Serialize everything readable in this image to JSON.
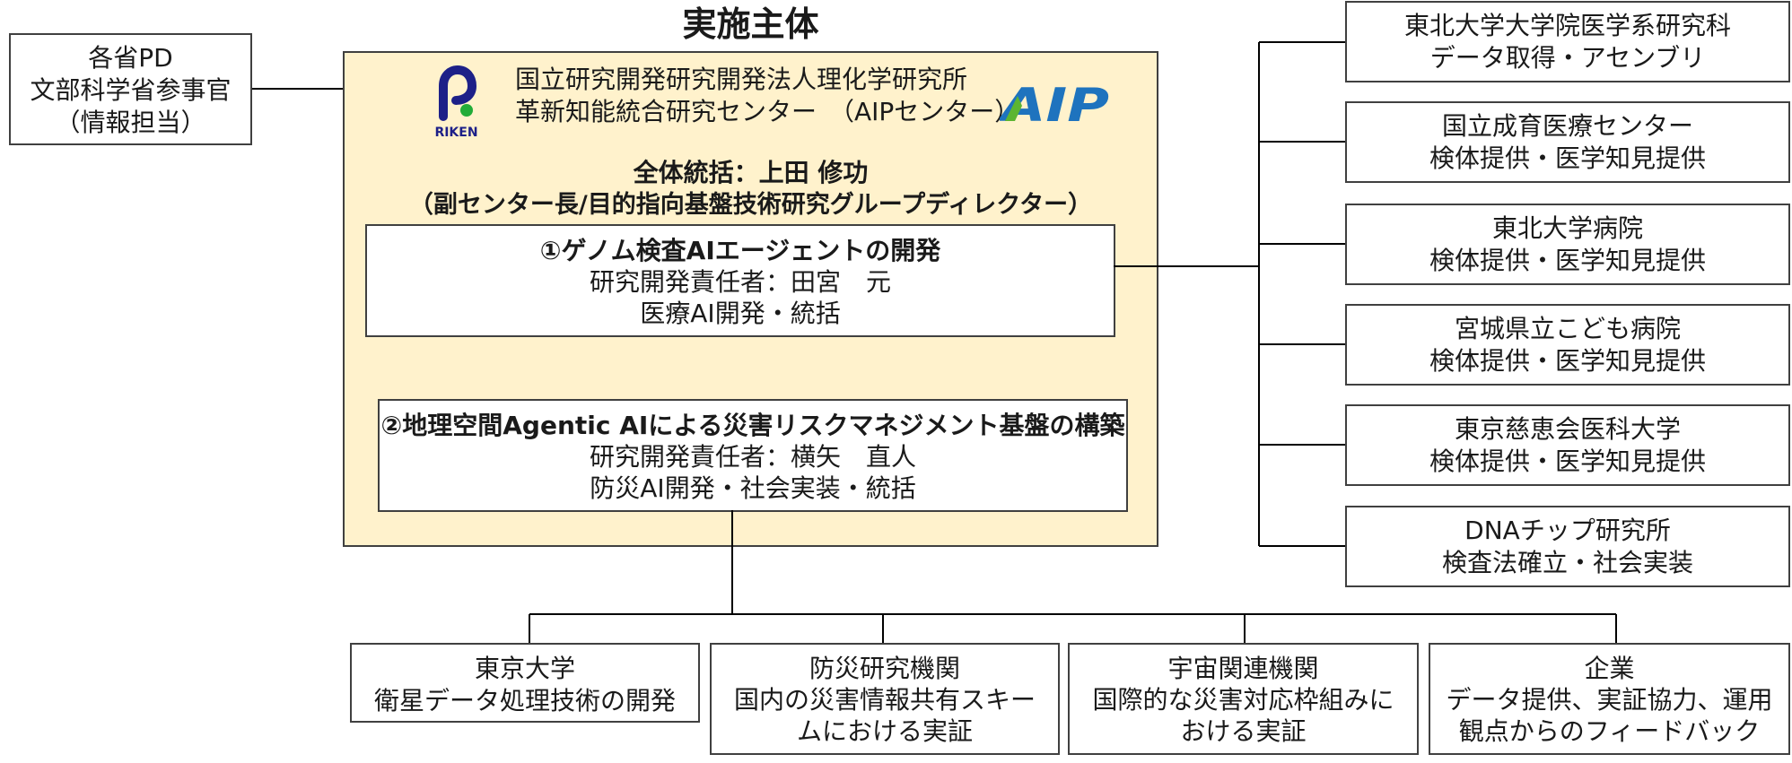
{
  "title": "実施主体",
  "left_box": {
    "lines": [
      "各省PD",
      "文部科学省参事官",
      "（情報担当）"
    ]
  },
  "main": {
    "org_lines": [
      "国立研究開発研究開発法人理化学研究所",
      "革新知能統合研究センター　（AIPセンター）"
    ],
    "logos": {
      "riken_text": "RIKEN",
      "aip_text": "AIP"
    },
    "lead": [
      "全体統括：上田 修功",
      "（副センター長/目的指向基盤技術研究グループディレクター）"
    ],
    "projects": [
      {
        "title": "①ゲノム検査AIエージェントの開発",
        "lines": [
          "研究開発責任者：田宮　元",
          "医療AI開発・統括"
        ]
      },
      {
        "title": "②地理空間Agentic AIによる災害リスクマネジメント基盤の構築",
        "lines": [
          "研究開発責任者：横矢　直人",
          "防災AI開発・社会実装・統括"
        ]
      }
    ]
  },
  "partners_right": [
    {
      "name": "東北大学大学院医学系研究科",
      "role": "データ取得・アセンブリ"
    },
    {
      "name": "国立成育医療センター",
      "role": "検体提供・医学知見提供"
    },
    {
      "name": "東北大学病院",
      "role": "検体提供・医学知見提供"
    },
    {
      "name": "宮城県立こども病院",
      "role": "検体提供・医学知見提供"
    },
    {
      "name": "東京慈恵会医科大学",
      "role": "検体提供・医学知見提供"
    },
    {
      "name": "DNAチップ研究所",
      "role": "検査法確立・社会実装"
    }
  ],
  "partners_bottom": [
    {
      "lines": [
        "東京大学",
        "衛星データ処理技術の開発"
      ]
    },
    {
      "lines": [
        "防災研究機関",
        "国内の災害情報共有スキー",
        "ムにおける実証"
      ]
    },
    {
      "lines": [
        "宇宙関連機関",
        "国際的な災害対応枠組みに",
        "おける実証"
      ]
    },
    {
      "lines": [
        "企業",
        "データ提供、実証協力、運用",
        "観点からのフィードバック"
      ]
    }
  ],
  "colors": {
    "main_bg": "#fff2cc",
    "border": "#404040",
    "riken_blue": "#1d2088",
    "riken_green": "#22ac38",
    "aip_blue": "#1e73be",
    "aip_green": "#5cb531"
  }
}
